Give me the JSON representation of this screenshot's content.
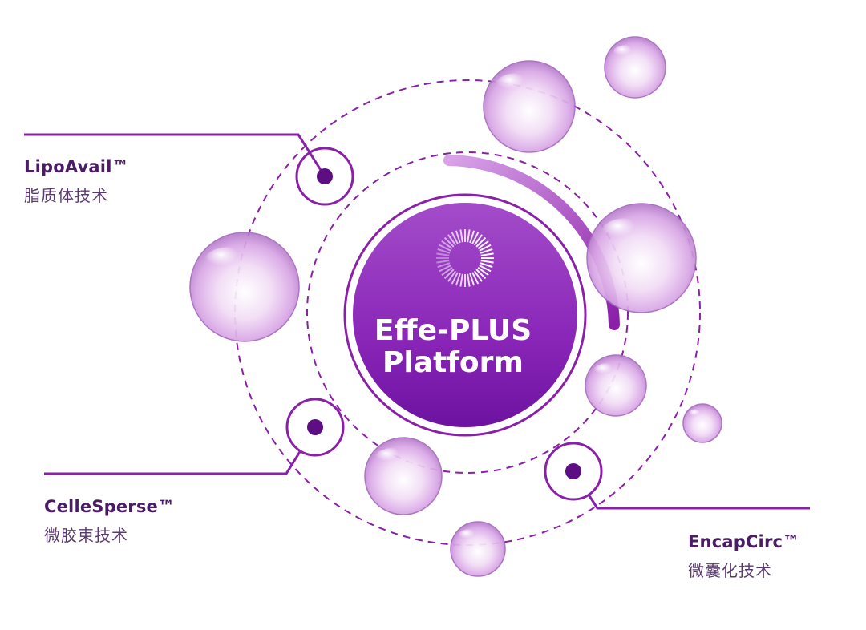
{
  "center": {
    "line1": "Effe-PLUS",
    "line2": "Platform"
  },
  "technologies": [
    {
      "name": "LipoAvail™",
      "subtitle": "脂质体技术"
    },
    {
      "name": "CelleSperse™",
      "subtitle": "微胶束技术"
    },
    {
      "name": "EncapCirc™",
      "subtitle": "微囊化技术"
    }
  ],
  "colors": {
    "primary_purple": "#8a1fa8",
    "dark_purple": "#4a1c66",
    "light_purple": "#c77ad9",
    "center_gradient_top": "#a03fc4",
    "center_gradient_bottom": "#7018a0"
  },
  "icons": [
    "platform-logo-icon",
    "bubble-icon",
    "node-dot-icon"
  ]
}
